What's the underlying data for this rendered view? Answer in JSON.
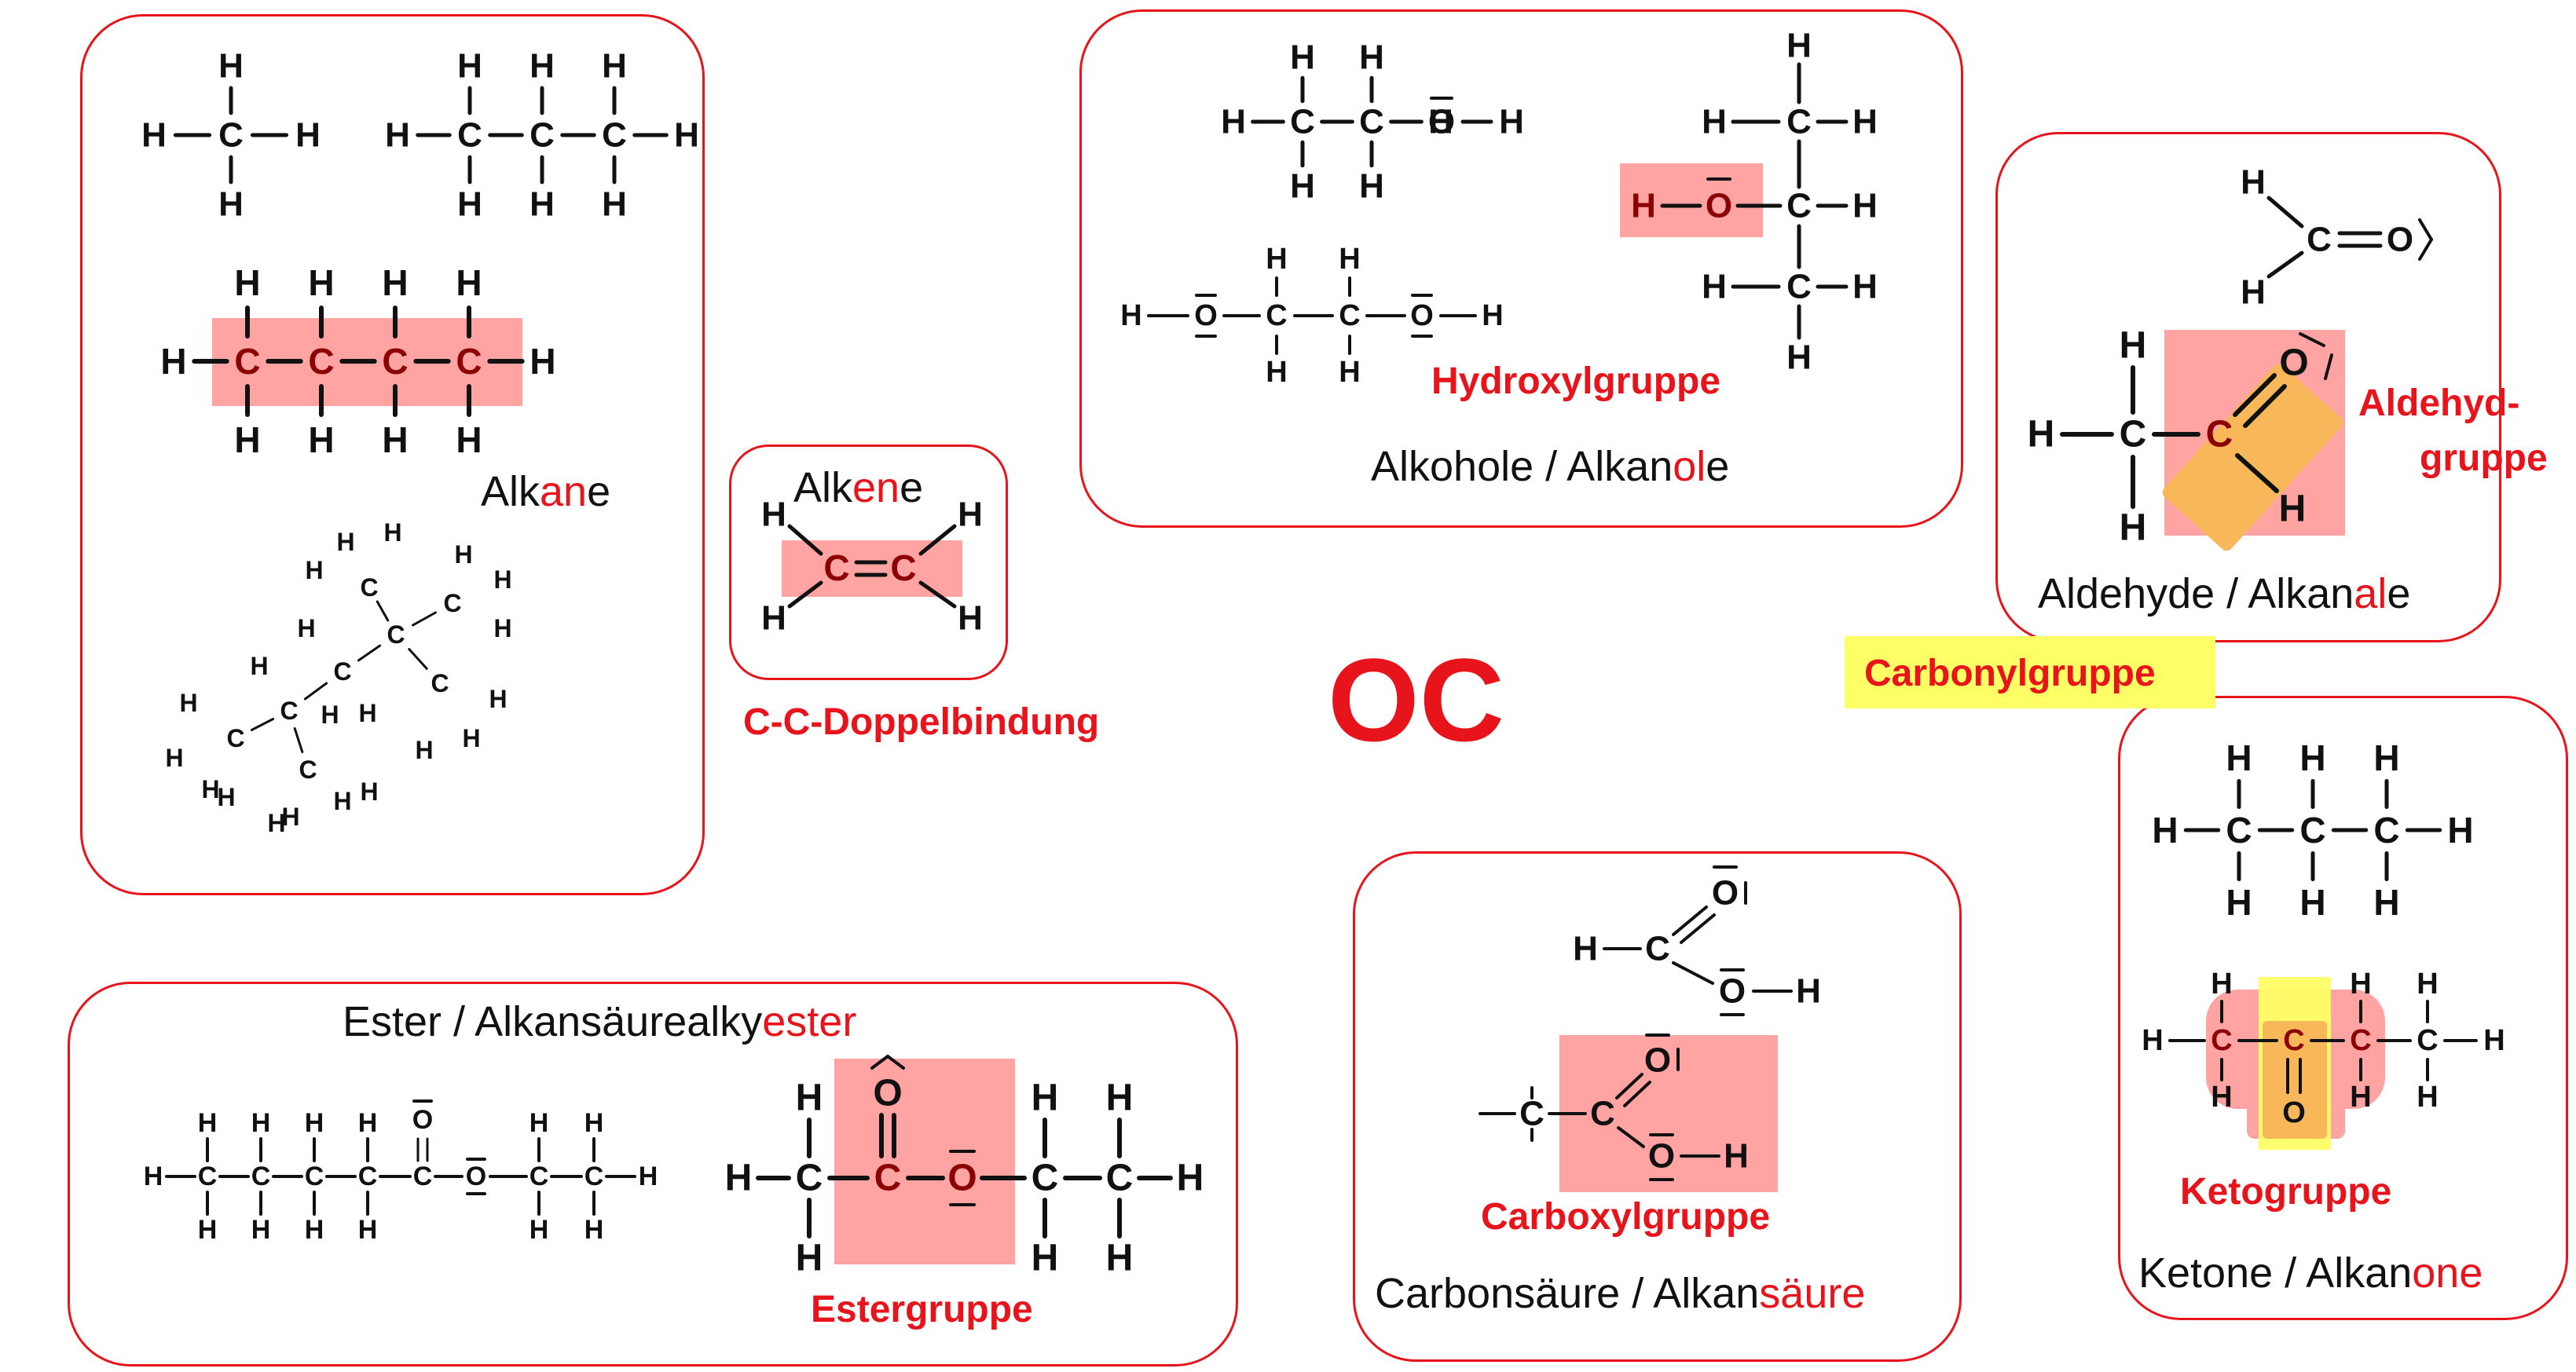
{
  "title": "OC",
  "colors": {
    "accent": "#e8141c",
    "highlight_pink": "#ffa3a3",
    "highlight_yellow": "#ffff66",
    "highlight_orange": "#f8b859"
  },
  "atoms": {
    "H": "H",
    "C": "C",
    "O": "O"
  },
  "panels": {
    "alkane": {
      "caption": {
        "pre": "Alk",
        "hi": "an",
        "post": "e"
      }
    },
    "alkene": {
      "caption": {
        "pre": "Alk",
        "hi": "en",
        "post": "e"
      },
      "group": "C-C-Doppelbindung"
    },
    "alkohole": {
      "caption": {
        "pre": "Alkohole / Alkan",
        "hi": "ol",
        "post": "e"
      },
      "group": "Hydroxylgruppe"
    },
    "aldehyde": {
      "caption": {
        "pre": "Aldehyde / Alkan",
        "hi": "al",
        "post": "e"
      },
      "group_line1": "Aldehyd-",
      "group_line2": "gruppe"
    },
    "carbonyl": {
      "label": "Carbonylgruppe"
    },
    "ketone": {
      "caption": {
        "pre": "Ketone / Alkan",
        "hi": "one",
        "post": ""
      },
      "group": "Ketogruppe"
    },
    "carbon": {
      "caption": {
        "pre": "Carbonsäure / Alkan",
        "hi": "säure",
        "post": ""
      },
      "group": "Carboxylgruppe"
    },
    "ester": {
      "caption": {
        "pre": "Ester / Alkansäurealky",
        "hi": "ester",
        "post": ""
      },
      "group": "Estergruppe"
    }
  }
}
